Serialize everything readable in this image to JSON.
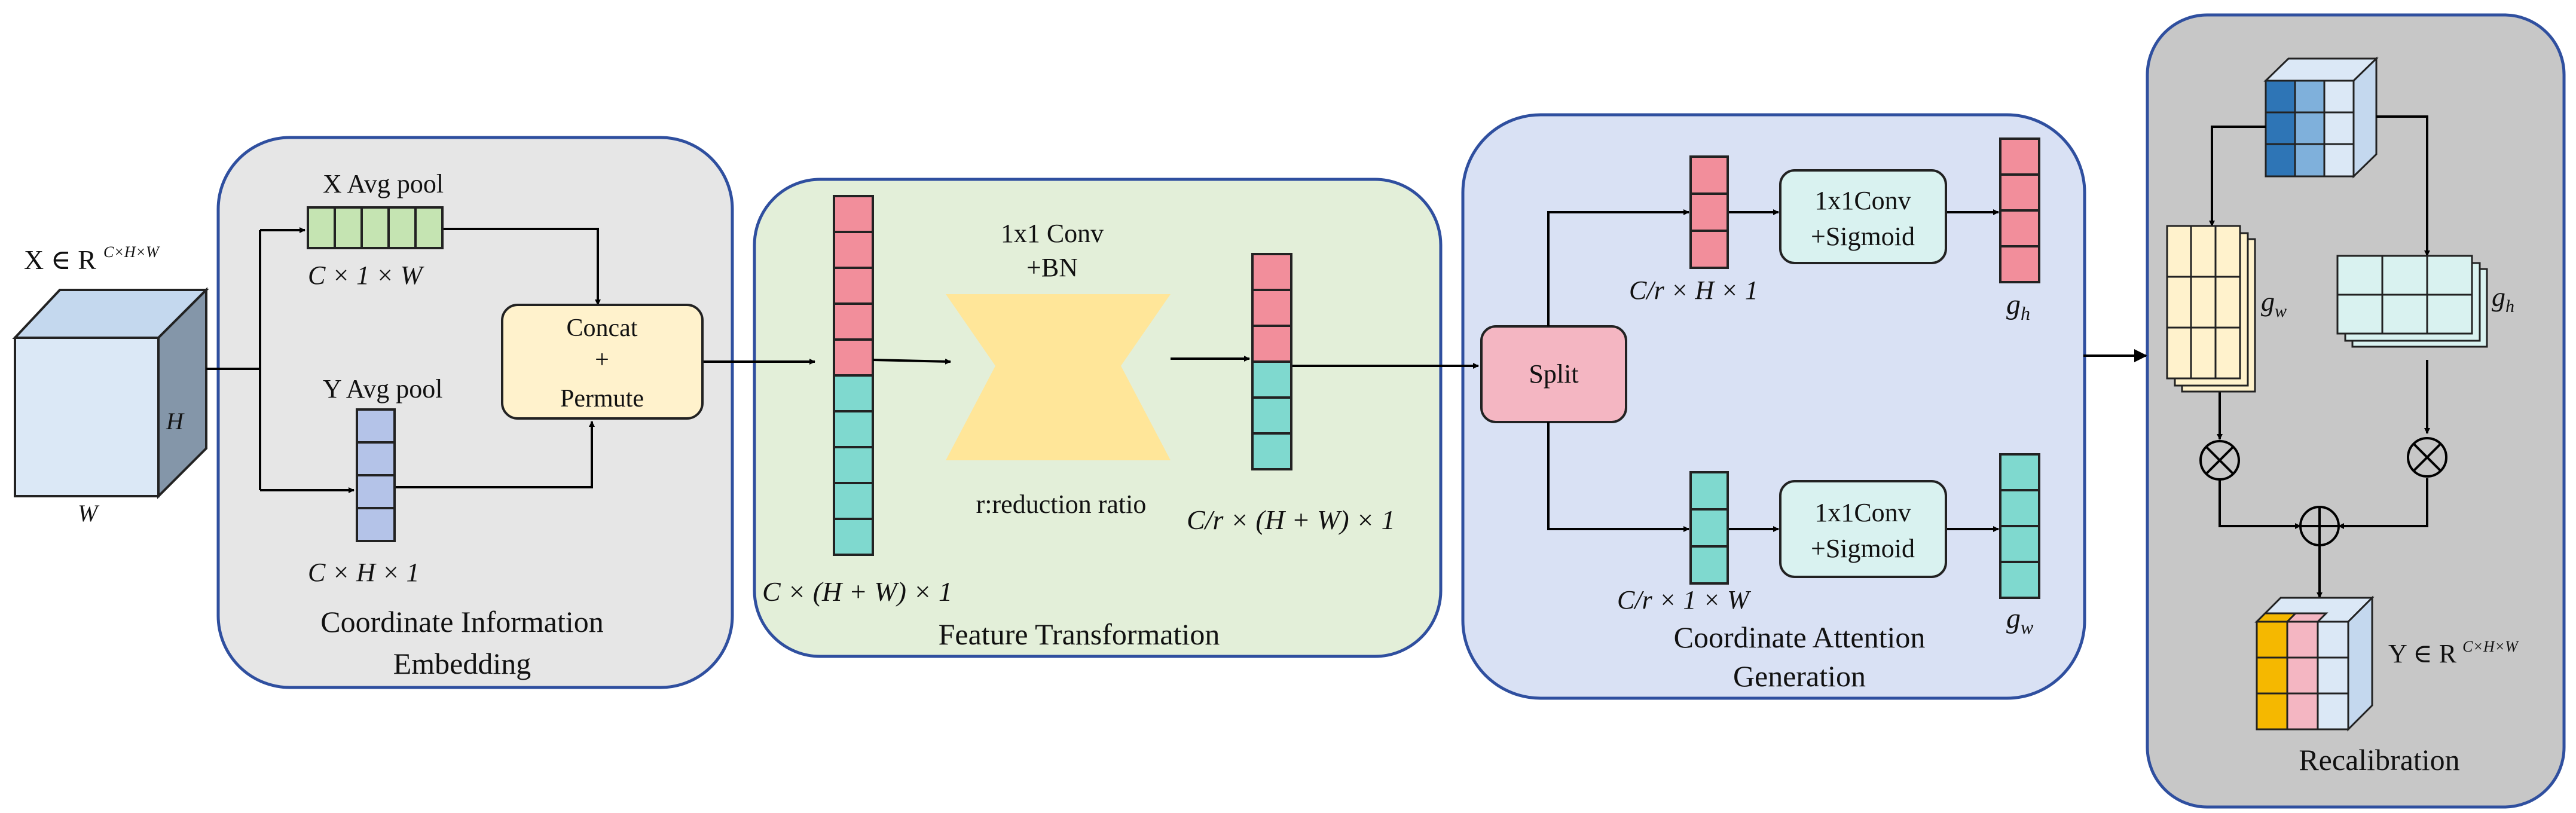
{
  "input": {
    "label_main": "X ∈ R",
    "label_sup": "C×H×W",
    "dim_h": "H",
    "dim_w": "W"
  },
  "panels": {
    "embedding": {
      "title_line1": "Coordinate Information",
      "title_line2": "Embedding",
      "x_pool_label": "X Avg pool",
      "x_pool_shape": "C × 1 × W",
      "y_pool_label": "Y Avg pool",
      "y_pool_shape": "C × H × 1",
      "concat_line1": "Concat",
      "concat_line2": "+",
      "concat_line3": "Permute"
    },
    "transform": {
      "title": "Feature Transformation",
      "input_shape": "C × (H + W) × 1",
      "conv_line1": "1x1 Conv",
      "conv_line2": "+BN",
      "reduction_note": "r:reduction ratio",
      "output_shape": "C/r × (H + W) × 1"
    },
    "attention": {
      "title_line1": "Coordinate Attention",
      "title_line2": "Generation",
      "split_label": "Split",
      "top_shape": "C/r × H × 1",
      "bottom_shape": "C/r × 1 × W",
      "conv_top_line1": "1x1Conv",
      "conv_top_line2": "+Sigmoid",
      "conv_bottom_line1": "1x1Conv",
      "conv_bottom_line2": "+Sigmoid",
      "gh_label": "g",
      "gh_sub": "h",
      "gw_label": "g",
      "gw_sub": "w"
    },
    "recalibration": {
      "title": "Recalibration",
      "gw_label": "g",
      "gw_sub": "w",
      "gh_label": "g",
      "gh_sub": "h",
      "output_main": "Y ∈ R",
      "output_sup": "C×H×W",
      "multiply_symbol": "⊗",
      "add_symbol": "⊕"
    }
  },
  "colors": {
    "panel_embedding": "#e6e6e6",
    "panel_transform": "#e3efd9",
    "panel_attention": "#d9e1f4",
    "panel_recalibration": "#c7c7c7",
    "panel_border": "#2f4f9f",
    "pink": "#f28e9b",
    "teal": "#7fd9cf",
    "lavender": "#b4c3e8",
    "green_cell": "#c5e4b2",
    "concat_fill": "#fff2cc",
    "conv_fill": "#ffe699",
    "split_fill": "#f4b6c2",
    "sigmoid_fill": "#d9f2f0",
    "cube_fill": "#dbe8f6",
    "cube_side": "#8496a9"
  }
}
